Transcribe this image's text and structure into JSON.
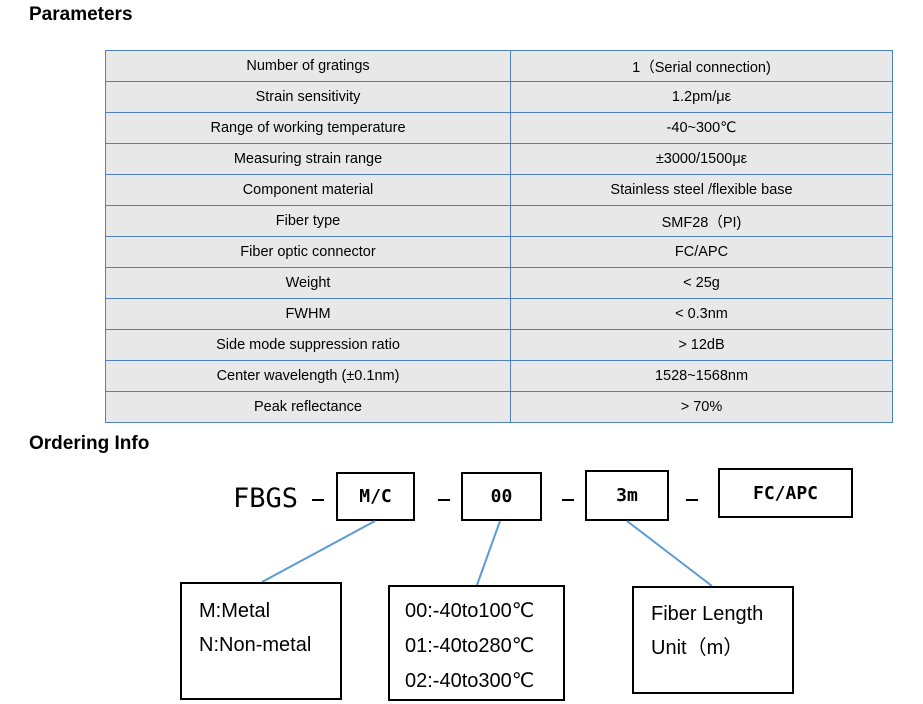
{
  "parameters": {
    "heading": "Parameters",
    "rows": [
      {
        "name": "Number of gratings",
        "value": "1（Serial connection)"
      },
      {
        "name": "Strain sensitivity",
        "value": "1.2pm/με"
      },
      {
        "name": "Range of working temperature",
        "value": "-40~300℃"
      },
      {
        "name": "Measuring strain range",
        "value": "±3000/1500με"
      },
      {
        "name": "Component material",
        "value": "Stainless steel /flexible base"
      },
      {
        "name": "Fiber type",
        "value": "SMF28（PI)"
      },
      {
        "name": "Fiber optic connector",
        "value": "FC/APC"
      },
      {
        "name": "Weight",
        "value": "< 25g"
      },
      {
        "name": "FWHM",
        "value": "< 0.3nm"
      },
      {
        "name": "Side mode suppression ratio",
        "value": "> 12dB"
      },
      {
        "name": "Center wavelength (±0.1nm)",
        "value": "1528~1568nm"
      },
      {
        "name": "Peak reflectance",
        "value": "> 70%"
      }
    ]
  },
  "ordering": {
    "heading": "Ordering Info",
    "prefix": "FBGS",
    "segments": {
      "material": "M/C",
      "temperature": "00",
      "length": "3m",
      "connector": "FC/APC"
    },
    "notes": {
      "material": [
        "M:Metal",
        "N:Non-metal"
      ],
      "temperature": [
        "00:-40to100℃",
        "01:-40to280℃",
        "02:-40to300℃"
      ],
      "length": [
        "Fiber Length",
        "Unit（m）"
      ]
    },
    "connector_line_color": "#5b9bd5"
  }
}
